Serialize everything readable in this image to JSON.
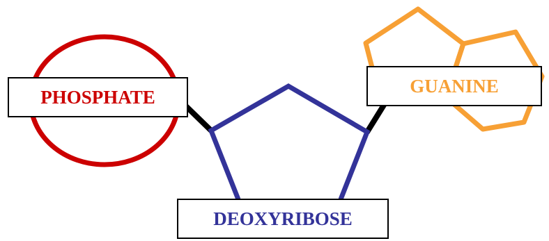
{
  "labels": {
    "phosphate": "PHOSPHATE",
    "guanine": "GUANINE",
    "deoxyribose": "DEOXYRIBOSE"
  },
  "colors": {
    "phosphate": "#cc0000",
    "guanine": "#f7a035",
    "deoxyribose": "#333399",
    "bond": "#000000"
  },
  "icons": {
    "phosphate": "circle-shape",
    "guanine": "fused-pentagon-hexagon-rings",
    "deoxyribose": "pentagon-shape",
    "bond": "line"
  }
}
